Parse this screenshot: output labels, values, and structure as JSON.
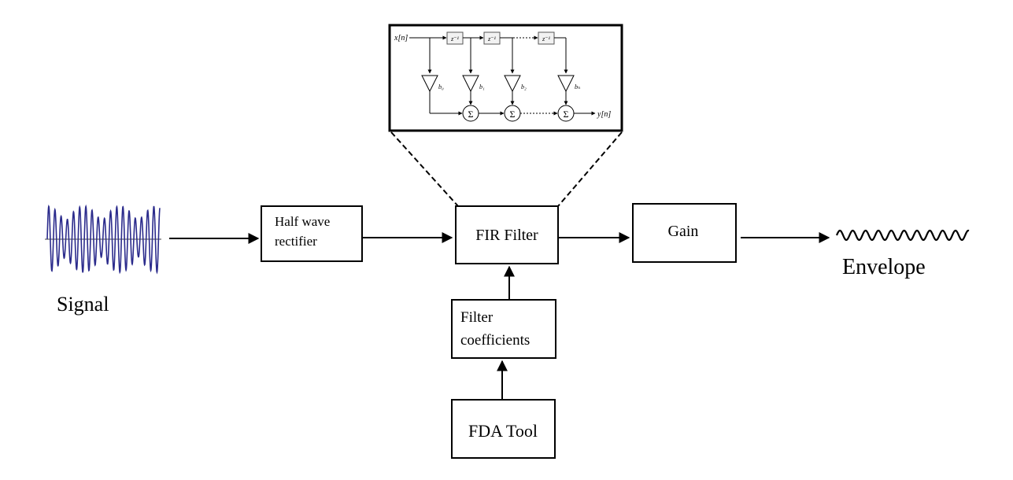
{
  "blocks": {
    "half_wave_line1": "Half wave",
    "half_wave_line2": "rectifier",
    "fir_filter": "FIR Filter",
    "gain": "Gain",
    "filter_coeff_line1": "Filter",
    "filter_coeff_line2": "coefficients",
    "fda_tool": "FDA Tool"
  },
  "labels": {
    "signal": "Signal",
    "envelope": "Envelope"
  },
  "fir_inset": {
    "input": "x[n]",
    "output": "y[n]",
    "delay": "z⁻¹",
    "coefficients": [
      "b₀",
      "b₁",
      "b₂",
      "bₙ"
    ],
    "sum_symbol": "Σ"
  }
}
